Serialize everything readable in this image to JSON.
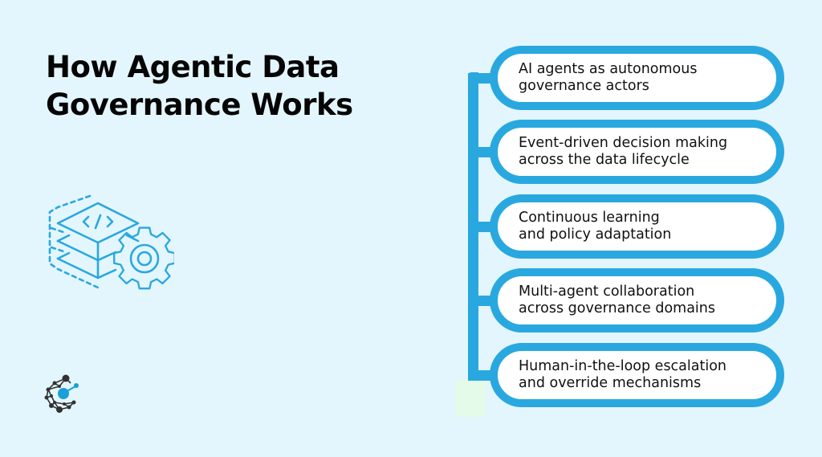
{
  "title": {
    "line1": "How Agentic Data",
    "line2": "Governance Works"
  },
  "icons": {
    "hero": "code-layers-gear-icon",
    "brand": "network-nodes-logo-icon"
  },
  "colors": {
    "background": "#e4f6fd",
    "accent": "#29a8e0",
    "pill_fill": "#ffffff",
    "title_text": "#050505",
    "body_text": "#111111",
    "logo_dark": "#333333",
    "logo_accent": "#1a9fd6"
  },
  "steps": [
    {
      "label": "AI agents as autonomous\ngovernance actors"
    },
    {
      "label": "Event-driven decision making\nacross the data lifecycle"
    },
    {
      "label": "Continuous learning\nand policy adaptation"
    },
    {
      "label": "Multi-agent collaboration\nacross governance domains"
    },
    {
      "label": "Human-in-the-loop escalation\nand override mechanisms"
    }
  ]
}
